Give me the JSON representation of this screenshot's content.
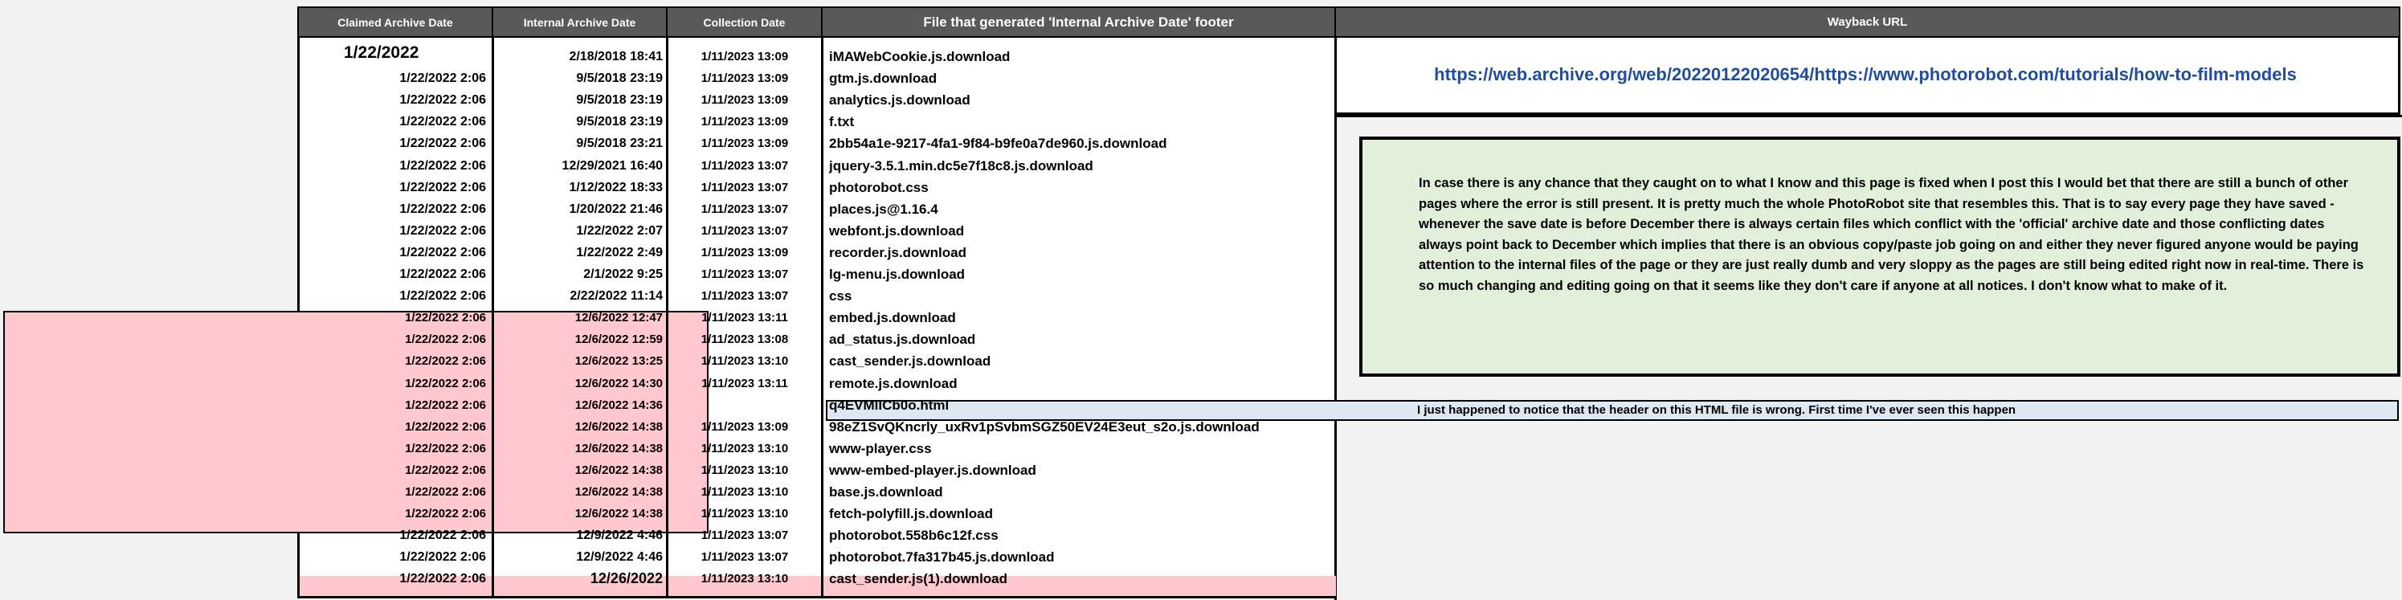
{
  "headers": {
    "claimed": "Claimed Archive Date",
    "internal": "Internal Archive Date",
    "collection": "Collection Date",
    "file": "File that generated 'Internal Archive Date' footer",
    "wayback": "Wayback URL"
  },
  "first_claimed": "1/22/2022",
  "rows": [
    {
      "claimed": "",
      "internal": "2/18/2018 18:41",
      "collection": "1/11/2023 13:09",
      "file": "iMAWebCookie.js.download"
    },
    {
      "claimed": "1/22/2022 2:06",
      "internal": "9/5/2018 23:19",
      "collection": "1/11/2023 13:09",
      "file": "gtm.js.download"
    },
    {
      "claimed": "1/22/2022 2:06",
      "internal": "9/5/2018 23:19",
      "collection": "1/11/2023 13:09",
      "file": "analytics.js.download"
    },
    {
      "claimed": "1/22/2022 2:06",
      "internal": "9/5/2018 23:19",
      "collection": "1/11/2023 13:09",
      "file": "f.txt"
    },
    {
      "claimed": "1/22/2022 2:06",
      "internal": "9/5/2018 23:21",
      "collection": "1/11/2023 13:09",
      "file": "2bb54a1e-9217-4fa1-9f84-b9fe0a7de960.js.download"
    },
    {
      "claimed": "1/22/2022 2:06",
      "internal": "12/29/2021 16:40",
      "collection": "1/11/2023 13:07",
      "file": "jquery-3.5.1.min.dc5e7f18c8.js.download"
    },
    {
      "claimed": "1/22/2022 2:06",
      "internal": "1/12/2022 18:33",
      "collection": "1/11/2023 13:07",
      "file": "photorobot.css"
    },
    {
      "claimed": "1/22/2022 2:06",
      "internal": "1/20/2022 21:46",
      "collection": "1/11/2023 13:07",
      "file": "places.js@1.16.4"
    },
    {
      "claimed": "1/22/2022 2:06",
      "internal": "1/22/2022 2:07",
      "collection": "1/11/2023 13:07",
      "file": "webfont.js.download"
    },
    {
      "claimed": "1/22/2022 2:06",
      "internal": "1/22/2022 2:49",
      "collection": "1/11/2023 13:09",
      "file": "recorder.js.download"
    },
    {
      "claimed": "1/22/2022 2:06",
      "internal": "2/1/2022 9:25",
      "collection": "1/11/2023 13:07",
      "file": "lg-menu.js.download"
    },
    {
      "claimed": "1/22/2022 2:06",
      "internal": "2/22/2022 11:14",
      "collection": "1/11/2023 13:07",
      "file": "css"
    },
    {
      "claimed": "1/22/2022 2:06",
      "internal": "12/6/2022 12:47",
      "collection": "1/11/2023 13:11",
      "file": "embed.js.download"
    },
    {
      "claimed": "1/22/2022 2:06",
      "internal": "12/6/2022 12:59",
      "collection": "1/11/2023 13:08",
      "file": "ad_status.js.download"
    },
    {
      "claimed": "1/22/2022 2:06",
      "internal": "12/6/2022 13:25",
      "collection": "1/11/2023 13:10",
      "file": "cast_sender.js.download"
    },
    {
      "claimed": "1/22/2022 2:06",
      "internal": "12/6/2022 14:30",
      "collection": "1/11/2023 13:11",
      "file": "remote.js.download"
    },
    {
      "claimed": "1/22/2022 2:06",
      "internal": "12/6/2022 14:36",
      "collection": "",
      "file": "q4EVMlICb0o.html"
    },
    {
      "claimed": "1/22/2022 2:06",
      "internal": "12/6/2022 14:38",
      "collection": "1/11/2023 13:09",
      "file": "98eZ1SvQKncrly_uxRv1pSvbmSGZ50EV24E3eut_s2o.js.download"
    },
    {
      "claimed": "1/22/2022 2:06",
      "internal": "12/6/2022 14:38",
      "collection": "1/11/2023 13:10",
      "file": "www-player.css"
    },
    {
      "claimed": "1/22/2022 2:06",
      "internal": "12/6/2022 14:38",
      "collection": "1/11/2023 13:10",
      "file": "www-embed-player.js.download"
    },
    {
      "claimed": "1/22/2022 2:06",
      "internal": "12/6/2022 14:38",
      "collection": "1/11/2023 13:10",
      "file": "base.js.download"
    },
    {
      "claimed": "1/22/2022 2:06",
      "internal": "12/6/2022 14:38",
      "collection": "1/11/2023 13:10",
      "file": "fetch-polyfill.js.download"
    },
    {
      "claimed": "1/22/2022 2:06",
      "internal": "12/9/2022 4:46",
      "collection": "1/11/2023 13:07",
      "file": "photorobot.558b6c12f.css"
    },
    {
      "claimed": "1/22/2022 2:06",
      "internal": "12/9/2022 4:46",
      "collection": "1/11/2023 13:07",
      "file": "photorobot.7fa317b45.js.download"
    },
    {
      "claimed": "1/22/2022 2:06",
      "internal": "12/26/2022",
      "collection": "1/11/2023 13:10",
      "file": "cast_sender.js(1).download"
    }
  ],
  "wayback_url": "https://web.archive.org/web/20220122020654/https://www.photorobot.com/tutorials/how-to-film-models",
  "note": "In case there is any chance that they caught on to what I know and this page is fixed when I post this I would bet that there are still a bunch of other pages where the error is still present. It is pretty much the whole PhotoRobot site that resembles this. That is to say every page they have saved - whenever the save date is before December there is always certain files which conflict with the 'official' archive date and those conflicting dates always point back to December which implies that there is an obvious copy/paste job going on and either they never figured anyone would be paying attention to the internal files of the page or they are just really dumb and very sloppy as the pages are still being edited right now in real-time. There is so much changing and editing going on that it seems like they don't care if anyone at all notices. I don't know what to make of it.",
  "header_note": "I just happened to notice that the header on this HTML file is wrong. First time I've ever seen this happen",
  "colors": {
    "header_bg": "#595959",
    "highlight_pink": "#ffc7ce",
    "note_green": "#e2efda",
    "note_blue": "#dde8f3",
    "link_blue": "#1f4e9c"
  }
}
